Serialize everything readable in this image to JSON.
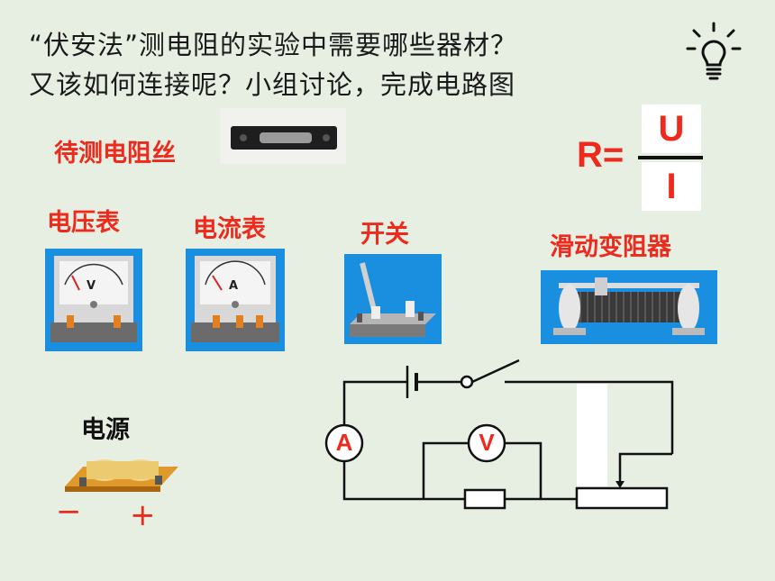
{
  "question": {
    "line1": "“伏安法”测电阻的实验中需要哪些器材？",
    "line2": "又该如何连接呢？小组讨论，完成电路图"
  },
  "labels": {
    "resistor_wire": "待测电阻丝",
    "voltmeter": "电压表",
    "ammeter": "电流表",
    "switch": "开关",
    "rheostat": "滑动变阻器",
    "power_source": "电源"
  },
  "formula": {
    "lhs": "R=",
    "numerator": "U",
    "denominator": "I"
  },
  "meters": {
    "voltmeter_letter": "V",
    "ammeter_letter": "A"
  },
  "circuit": {
    "ammeter_symbol": "A",
    "voltmeter_symbol": "V"
  },
  "battery": {
    "minus": "−",
    "plus": "+"
  },
  "colors": {
    "background": "#e7efe3",
    "accent_red": "#ee2a1c",
    "photo_blue": "#1a8fe0"
  },
  "icons": {
    "idea": "lightbulb-icon"
  }
}
